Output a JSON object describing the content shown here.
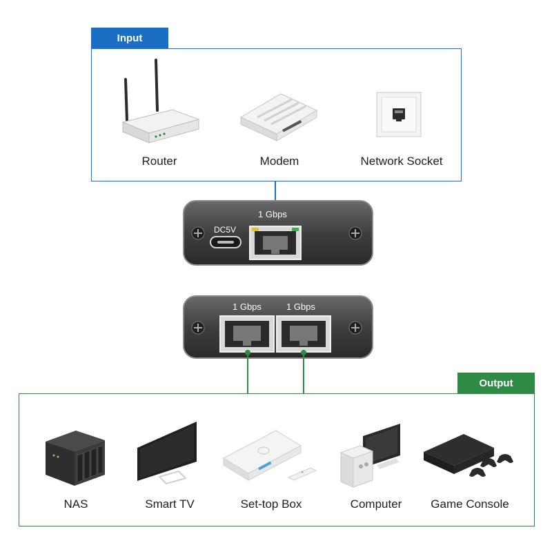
{
  "input": {
    "title": "Input",
    "devices": [
      {
        "label": "Router",
        "icon": "router-icon"
      },
      {
        "label": "Modem",
        "icon": "modem-icon"
      },
      {
        "label": "Network Socket",
        "icon": "network-socket-icon"
      }
    ]
  },
  "input_unit": {
    "power_label": "DC5V",
    "port_speed": "1 Gbps"
  },
  "output_unit": {
    "port_speeds": [
      "1 Gbps",
      "1 Gbps"
    ]
  },
  "output": {
    "title": "Output",
    "devices": [
      {
        "label": "NAS",
        "icon": "nas-icon"
      },
      {
        "label": "Smart TV",
        "icon": "smart-tv-icon"
      },
      {
        "label": "Set-top Box",
        "icon": "set-top-box-icon"
      },
      {
        "label": "Computer",
        "icon": "computer-icon"
      },
      {
        "label": "Game Console",
        "icon": "game-console-icon"
      }
    ]
  },
  "colors": {
    "input_accent": "#1a6fc4",
    "output_accent": "#2e8b43",
    "device_body": "#3a3a3a"
  }
}
